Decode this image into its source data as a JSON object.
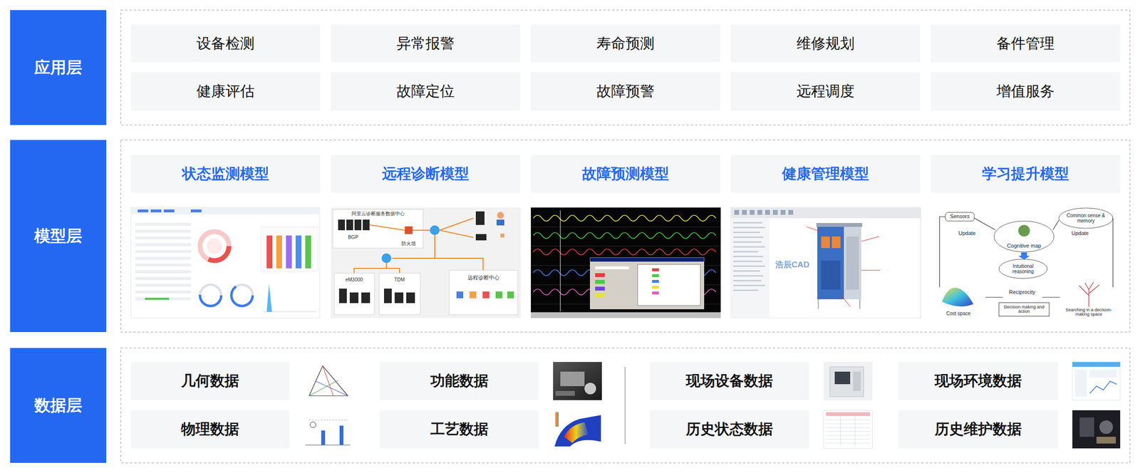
{
  "diagram": {
    "nodes": [
      {
        "text": [
          "应用层"
        ]
      },
      {
        "text": [
          "设备检测"
        ]
      },
      {
        "text": [
          "异常报警"
        ]
      },
      {
        "text": [
          "寿命预测"
        ]
      },
      {
        "text": [
          "维修规划"
        ]
      },
      {
        "text": [
          "备件管理"
        ]
      },
      {
        "text": [
          "健康评估"
        ]
      },
      {
        "text": [
          "故障定位"
        ]
      },
      {
        "text": [
          "故障预警"
        ]
      },
      {
        "text": [
          "远程调度"
        ]
      },
      {
        "text": [
          "增值服务"
        ]
      },
      {
        "text": [
          "模型层"
        ]
      },
      {
        "text": [
          "状态监测模型"
        ]
      },
      {
        "text": [
          "远程诊断模型"
        ]
      },
      {
        "text": [
          "故障预测模型"
        ]
      },
      {
        "text": [
          "健康管理模型"
        ]
      },
      {
        "text": [
          "学习提升模型"
        ]
      },
      {
        "text": [
          "数据层"
        ]
      },
      {
        "text": [
          "几何数据"
        ]
      },
      {
        "text": [
          "功能数据"
        ]
      },
      {
        "text": [
          "现场设备数据"
        ]
      },
      {
        "text": [
          "现场环境数据"
        ]
      },
      {
        "text": [
          "物理数据"
        ]
      },
      {
        "text": [
          "工艺数据"
        ]
      },
      {
        "text": [
          "历史状态数据"
        ]
      },
      {
        "text": [
          "历史维护数据"
        ]
      }
    ],
    "labels": [
      "阿里云诊断服务数据中心",
      "BGP",
      "防火墙",
      "eM3000",
      "TDM",
      "远程诊断中心",
      "浩辰CAD",
      "Sensors",
      "Common sense & memory",
      "Update",
      "Update",
      "Cognitive map",
      "Intuitional reasoning",
      "Reciprocity",
      "Decision making and action",
      "Cost space",
      "Searching in a decision-making space"
    ]
  }
}
